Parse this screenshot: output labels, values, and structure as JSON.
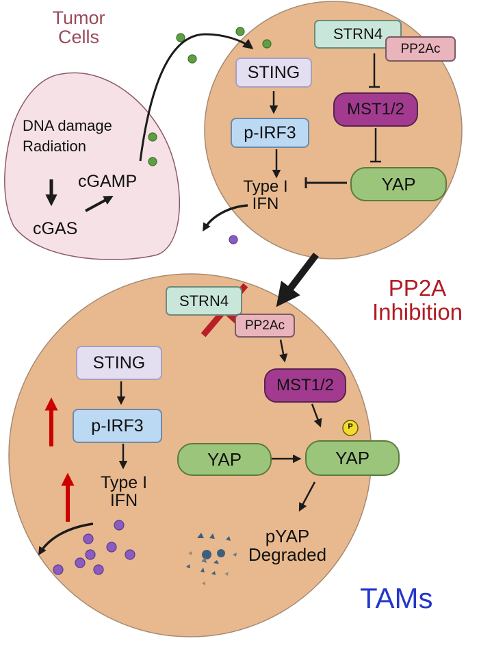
{
  "title_labels": {
    "tumor_cells": "Tumor\nCells",
    "pp2a_inhibition": "PP2A\nInhibition",
    "tams": "TAMs"
  },
  "tumor_cell": {
    "dna_damage": "DNA damage",
    "radiation": "Radiation",
    "cgas": "cGAS",
    "cgamp": "cGAMP"
  },
  "top_cell": {
    "sting": "STING",
    "pirf3": "p-IRF3",
    "type_i": "Type I",
    "ifn": "IFN",
    "strn4": "STRN4",
    "pp2ac": "PP2Ac",
    "mst": "MST1/2",
    "yap": "YAP"
  },
  "bottom_cell": {
    "strn4": "STRN4",
    "pp2ac": "PP2Ac",
    "mst": "MST1/2",
    "sting": "STING",
    "pirf3": "p-IRF3",
    "type_i": "Type I",
    "ifn": "IFN",
    "yap_left": "YAP",
    "yap_right": "YAP",
    "phospho": "P",
    "pyap": "pYAP",
    "degraded": "Degraded"
  },
  "colors": {
    "tumor_label": "#9b4a5a",
    "pp2a_label": "#b01c24",
    "tams_label": "#2437c8",
    "cell_fill": "#e8b98e",
    "tumor_fill": "#f6e1e6",
    "cgamp_dot": "#5e9e44",
    "ifn_dot": "#8a5cc0",
    "up_arrow": "#cc0000"
  }
}
